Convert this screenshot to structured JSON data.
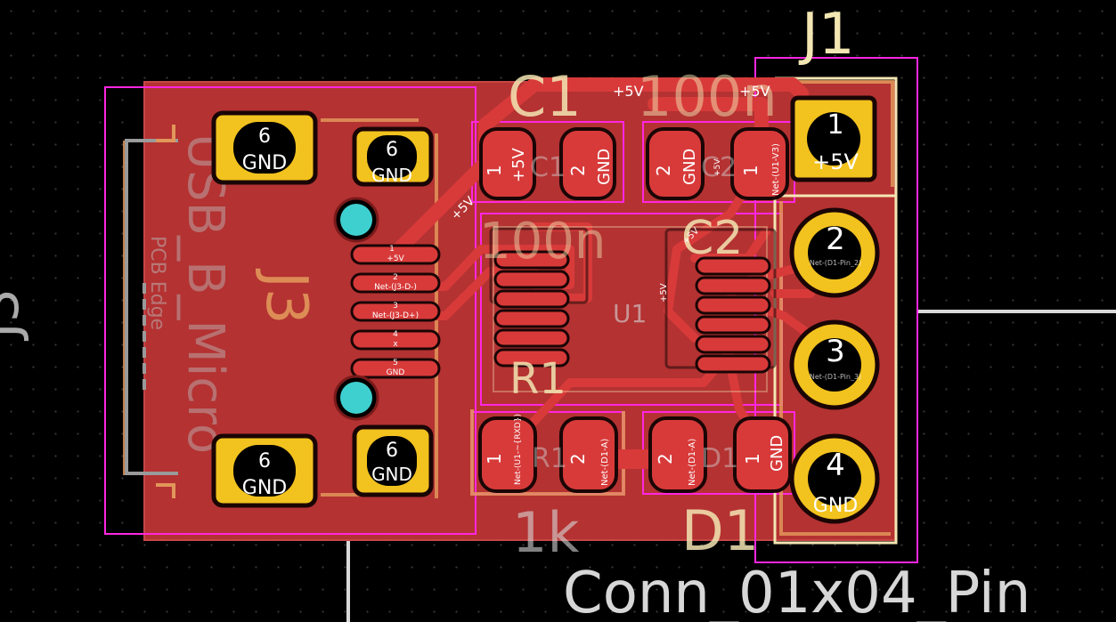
{
  "colors": {
    "background": "#000000",
    "copper": "#c83434",
    "copper_zone": "#b43232",
    "pad_gold": "#f2c21e",
    "silkscreen": "#f3e6b3",
    "courtyard": "#ff26e2",
    "fabrication": "#d7d7d7",
    "npth": "#3ed0cf",
    "board_outline": "#d9d9d9"
  },
  "J1": {
    "ref": "J1",
    "value": "Conn_01x04_Pin",
    "pins": [
      {
        "num": "1",
        "net": "+5V"
      },
      {
        "num": "2",
        "net": "Net-(D1-Pin_2)"
      },
      {
        "num": "3",
        "net": "Net-(D1-Pin_3)"
      },
      {
        "num": "4",
        "net": "GND"
      }
    ]
  },
  "J3": {
    "ref": "J3",
    "value": "USB_B_Micro",
    "fab_text": "PCB Edge",
    "pins": [
      {
        "num": "1",
        "net": "+5V"
      },
      {
        "num": "2",
        "net": "Net-(J3-D-)"
      },
      {
        "num": "3",
        "net": "Net-(J3-D+)"
      },
      {
        "num": "4",
        "net": "x"
      },
      {
        "num": "5",
        "net": "GND"
      }
    ],
    "shield_pins": [
      {
        "num": "6",
        "net": "GND"
      },
      {
        "num": "6",
        "net": "GND"
      },
      {
        "num": "6",
        "net": "GND"
      },
      {
        "num": "6",
        "net": "GND"
      }
    ]
  },
  "C1": {
    "ref": "C1",
    "value": "100n",
    "pad1_num": "1",
    "pad1_net": "+5V",
    "pad2_num": "2",
    "pad2_net": "GND"
  },
  "C2": {
    "ref": "C2",
    "pad1_num": "1",
    "pad1_net": "Net-(U1-V3)",
    "pad2_num": "2",
    "pad2_net": "GND",
    "net_label": "+5V"
  },
  "R1": {
    "ref": "R1",
    "value": "1k",
    "pad1_num": "1",
    "pad1_net": "Net-(U1-~{RXD})",
    "pad2_num": "2",
    "pad2_net": "Net-(D1-A)"
  },
  "D1": {
    "ref": "D1",
    "pad1_num": "1",
    "pad1_net": "GND",
    "pad2_num": "2",
    "pad2_net": "Net-(D1-A)"
  },
  "U1": {
    "ref": "U1"
  },
  "trace_labels": [
    "+5V",
    "+5V",
    "+5V",
    "+5V",
    "+5V"
  ]
}
